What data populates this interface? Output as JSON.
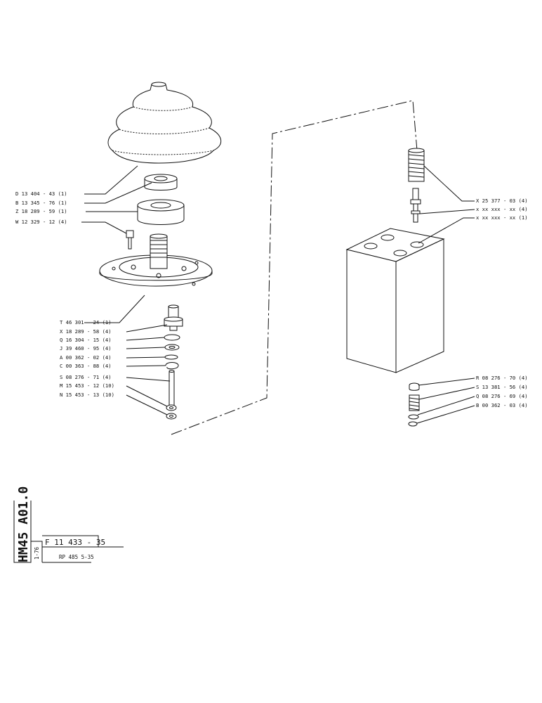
{
  "left_labels": [
    "D 13 404 - 43 (1)",
    "B 13 345 - 76 (1)",
    "Z 18 289 - 59 (1)",
    "W 12 329 - 12 (4)",
    "T 46 301 - 24 (1)",
    "X 18 289 - 58 (4)",
    "Q 16 304 - 15 (4)",
    "J 39 460 - 95 (4)",
    "A 00 362 - 02 (4)",
    "C 00 363 - 88 (4)",
    "S 08 276 - 71 (4)",
    "M 15 453 - 12 (10)",
    "N 15 453 - 13 (10)"
  ],
  "right_labels": [
    "X 25 377 - 03 (4)",
    "x xx xxx - xx (4)",
    "x xx xxx - xx (1)",
    "R 08 276 - 70 (4)",
    "S 13 381 - 56 (4)",
    "Q 08 276 - 69 (4)",
    "B 00 362 - 03 (4)"
  ],
  "title_block": {
    "model": "HM45 A01.0",
    "date": "1-76",
    "drawing_number": "F 11 433 - 35",
    "reference": "RP 485 5-35"
  }
}
